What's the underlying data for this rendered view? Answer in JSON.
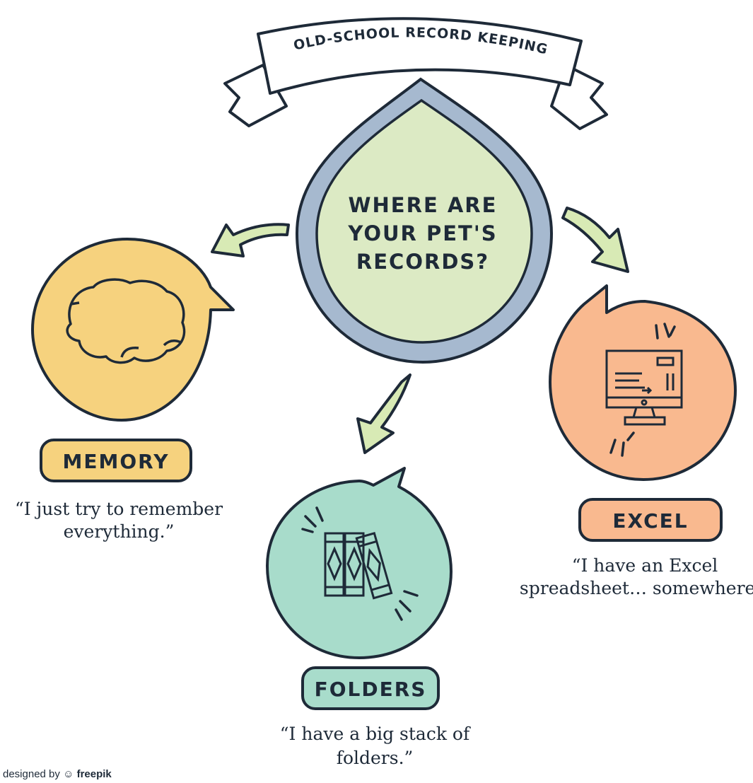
{
  "title": "OLD-SCHOOL RECORD KEEPING",
  "center": {
    "lines": [
      "WHERE ARE",
      "YOUR PET'S",
      "RECORDS?"
    ]
  },
  "options": [
    {
      "key": "memory",
      "label": "MEMORY",
      "icon": "brain-icon",
      "color": "#f6d27e",
      "quote": [
        "“I just try to remember",
        "everything.”"
      ]
    },
    {
      "key": "folders",
      "label": "FOLDERS",
      "icon": "books-icon",
      "color": "#a8dccb",
      "quote": [
        "“I have a big stack of",
        "folders.”"
      ]
    },
    {
      "key": "excel",
      "label": "EXCEL",
      "icon": "computer-icon",
      "color": "#f9b98f",
      "quote": [
        "“I have an Excel",
        "spreadsheet… somewhere.”"
      ]
    }
  ],
  "colors": {
    "outline": "#1e2a38",
    "drop_fill": "#dceac4",
    "drop_ring": "#a6b9cf",
    "arrow_fill": "#d8eab5"
  },
  "credit": {
    "prefix": "designed by",
    "brand": "freepik",
    "logo": "freepik-logo-icon"
  }
}
